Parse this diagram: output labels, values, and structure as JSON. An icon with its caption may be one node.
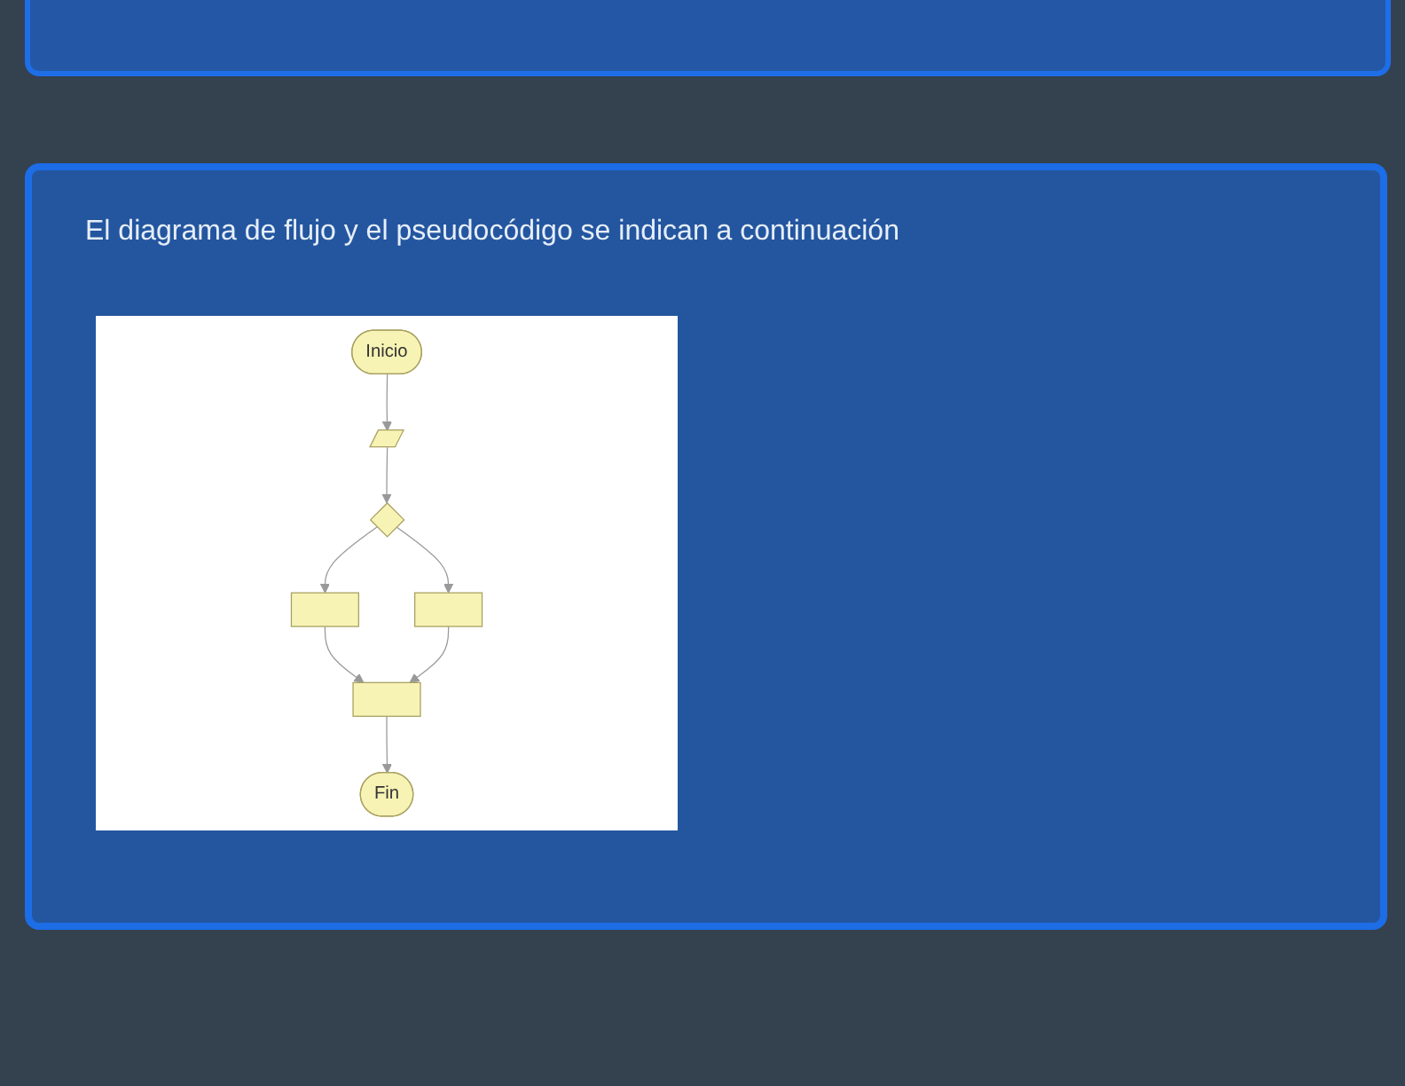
{
  "diagram": {
    "title": "El diagrama de flujo y el pseudocódigo se indican a continuación",
    "nodes": [
      {
        "text": [
          "Inicio"
        ]
      },
      {
        "text": [],
        "shape": "parallelogram"
      },
      {
        "text": [],
        "shape": "diamond"
      },
      {
        "text": [],
        "shape": "box"
      },
      {
        "text": [],
        "shape": "box"
      },
      {
        "text": [],
        "shape": "box"
      },
      {
        "text": [
          "Fin"
        ]
      }
    ],
    "edges": [
      {
        "from": 0,
        "to": 1,
        "arrow": "to"
      },
      {
        "from": 1,
        "to": 2,
        "arrow": "to"
      },
      {
        "from": 2,
        "to": 3,
        "arrow": "to"
      },
      {
        "from": 2,
        "to": 4,
        "arrow": "to"
      },
      {
        "from": 3,
        "to": 5,
        "arrow": "to"
      },
      {
        "from": 4,
        "to": 5,
        "arrow": "to"
      },
      {
        "from": 5,
        "to": 6,
        "arrow": "to"
      }
    ]
  }
}
